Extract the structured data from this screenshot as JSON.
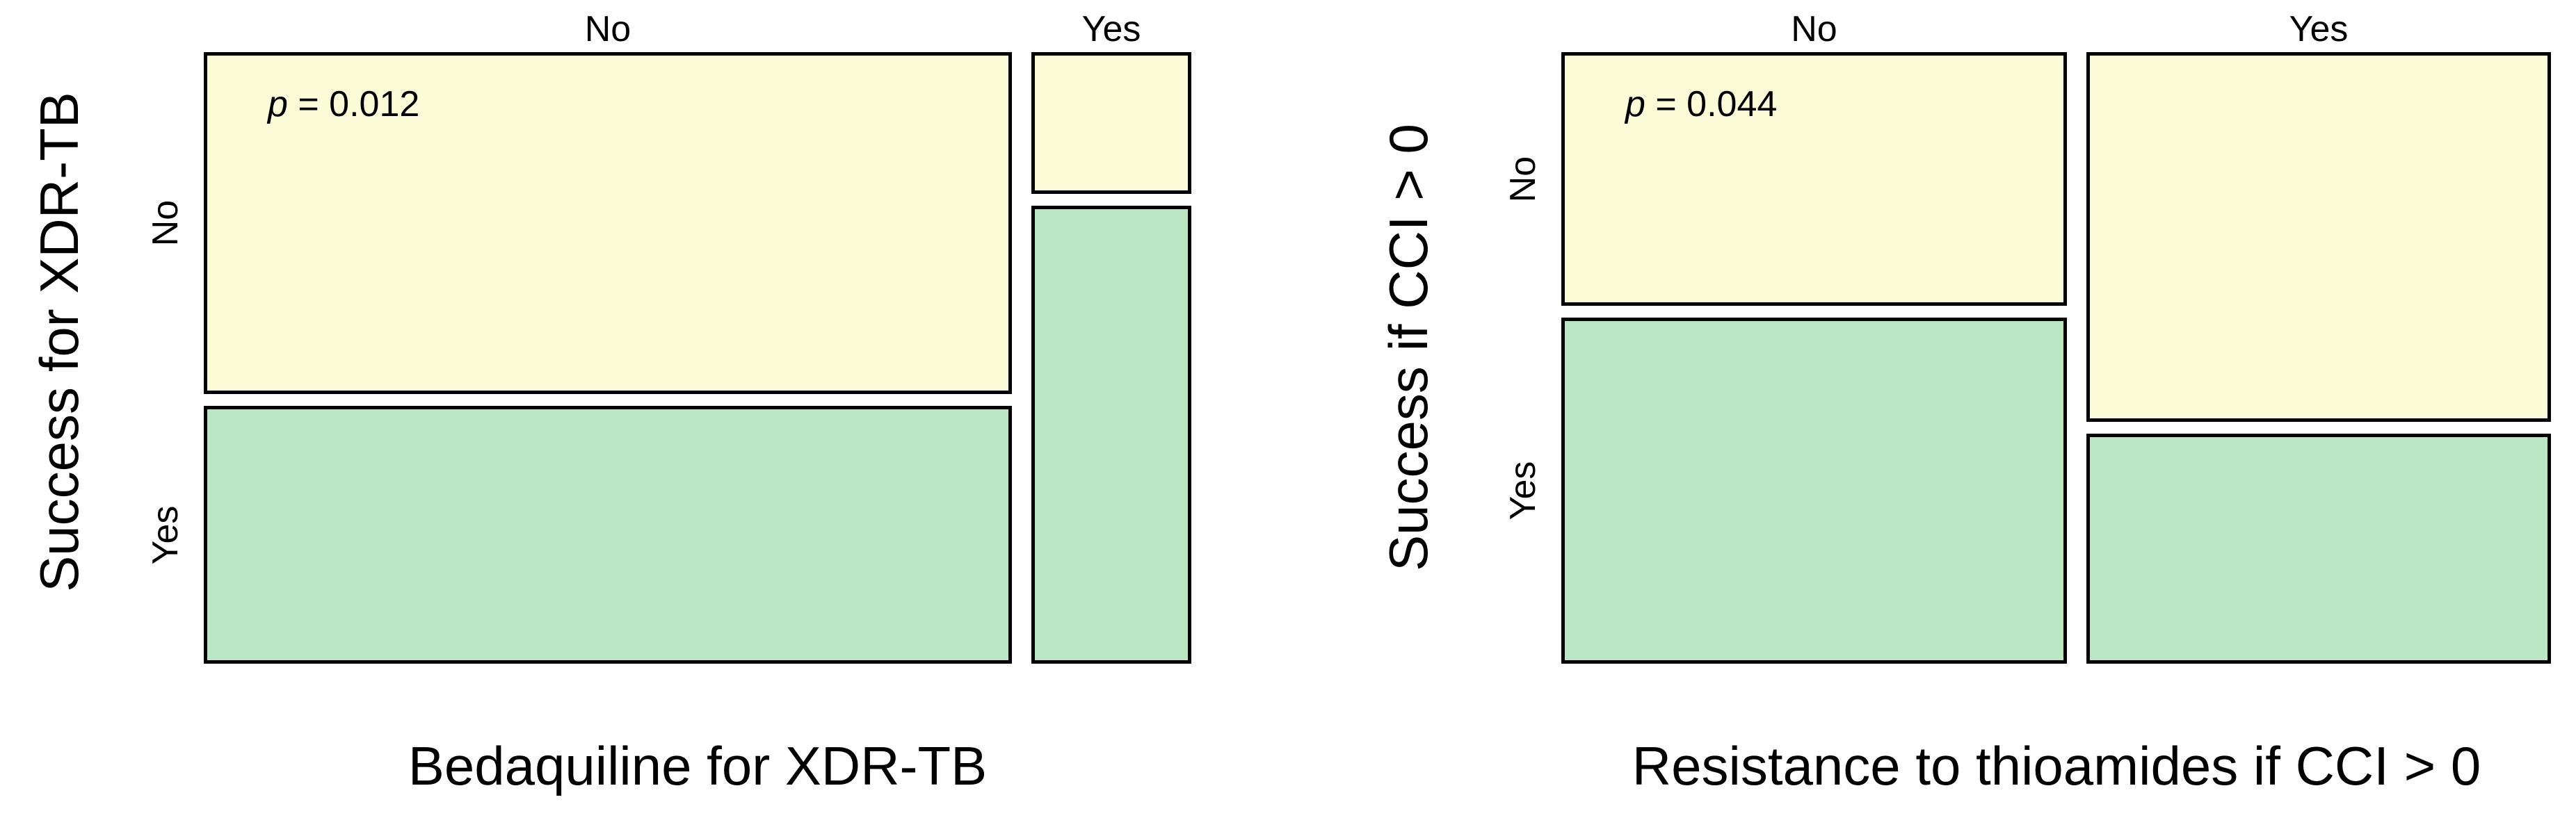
{
  "figure": {
    "background": "#FFFFFF",
    "border_color": "#000000"
  },
  "chart_data": [
    {
      "type": "mosaic",
      "xlabel": "Bedaquiline for XDR-TB",
      "ylabel": "Success for XDR-TB",
      "p_italic": "p",
      "p_rest": " = 0.012",
      "p_value": 0.012,
      "x_categories": [
        "No",
        "Yes"
      ],
      "y_categories": [
        "No",
        "Yes"
      ],
      "column_width_fractions": [
        0.835,
        0.165
      ],
      "cell_row_fractions": {
        "No": [
          0.57,
          0.43
        ],
        "Yes": [
          0.236,
          0.764
        ]
      },
      "cell_colors": {
        "No": "#FBFBD8",
        "Yes": "#BBE6C4"
      },
      "border_color": "#000000"
    },
    {
      "type": "mosaic",
      "xlabel": "Resistance to thioamides if CCI > 0",
      "ylabel": "Success if CCI > 0",
      "p_italic": "p",
      "p_rest": " = 0.044",
      "p_value": 0.044,
      "x_categories": [
        "No",
        "Yes"
      ],
      "y_categories": [
        "No",
        "Yes"
      ],
      "column_width_fractions": [
        0.521,
        0.479
      ],
      "cell_row_fractions": {
        "No": [
          0.423,
          0.577
        ],
        "Yes": [
          0.617,
          0.383
        ]
      },
      "cell_colors": {
        "No": "#FBFBD8",
        "Yes": "#BBE6C4"
      },
      "border_color": "#000000"
    }
  ]
}
